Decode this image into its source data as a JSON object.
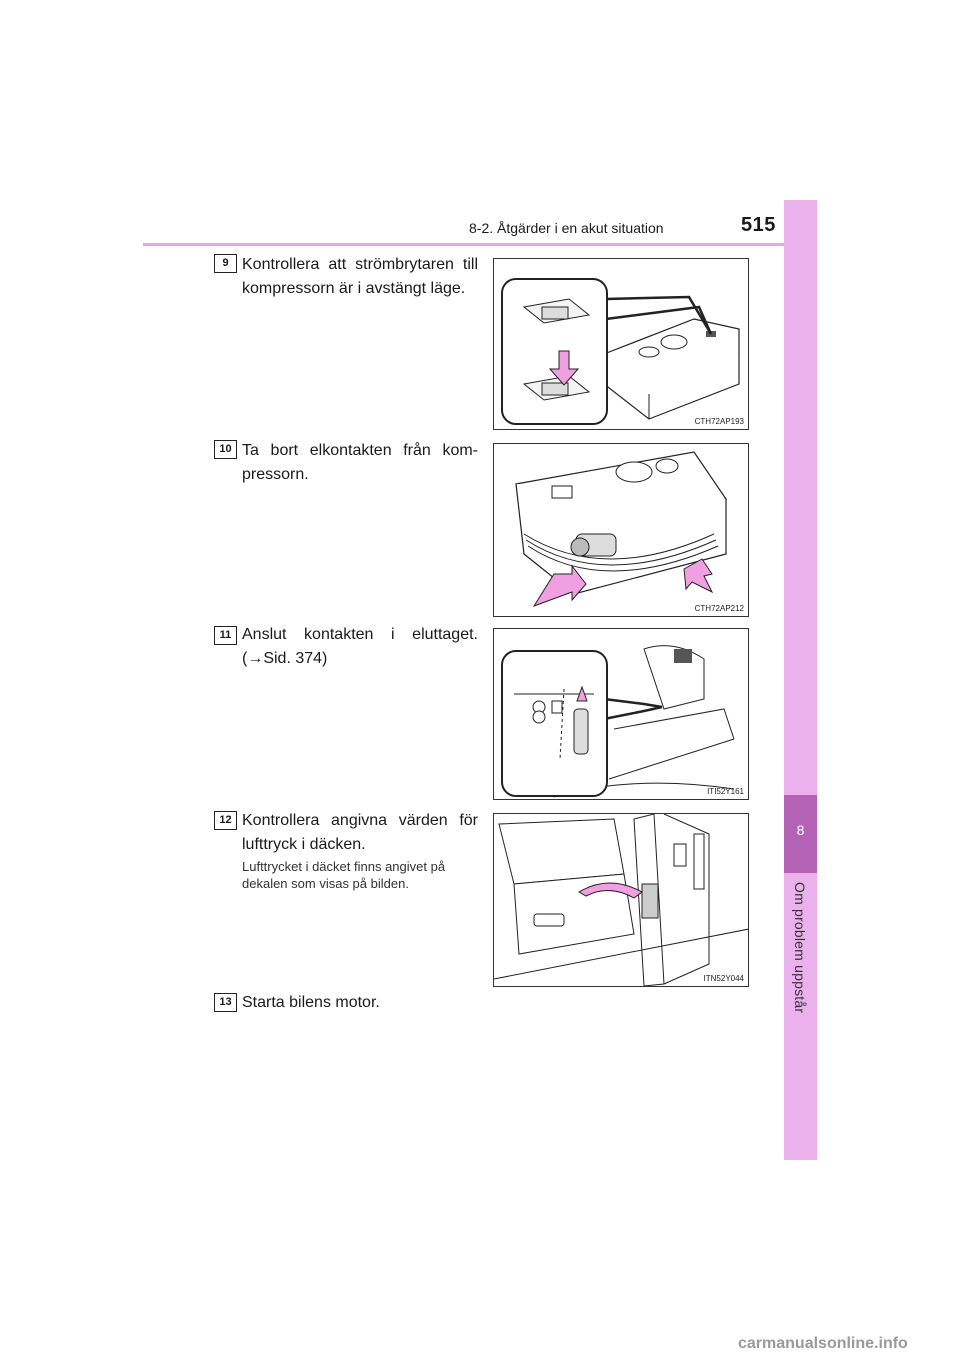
{
  "header": {
    "section": "8-2. Åtgärder i en akut situation",
    "page_number": "515"
  },
  "side_tab": {
    "chapter_number": "8",
    "chapter_title": "Om problem uppstår"
  },
  "steps": [
    {
      "number": "9",
      "text": "Kontrollera att strömbrytaren till kompressorn är i avstängt läge.",
      "figure_code": "CTH72AP193"
    },
    {
      "number": "10",
      "text": "Ta bort elkontakten från kom-pressorn.",
      "figure_code": "CTH72AP212"
    },
    {
      "number": "11",
      "text": "Anslut kontakten i eluttaget. (→Sid. 374)",
      "figure_code": "ITI52Y161"
    },
    {
      "number": "12",
      "text": "Kontrollera angivna värden för lufttryck i däcken.",
      "note": "Lufttrycket i däcket finns angivet på dekalen som visas på bilden.",
      "figure_code": "ITN52Y044"
    },
    {
      "number": "13",
      "text": "Starta bilens motor."
    }
  ],
  "watermark": "carmanualsonline.info",
  "colors": {
    "accent_rule": "#e6a6e6",
    "side_tab": "#ebb1ec",
    "side_tab_dark": "#b462b6",
    "arrow_pink": "#f0a0e0"
  }
}
